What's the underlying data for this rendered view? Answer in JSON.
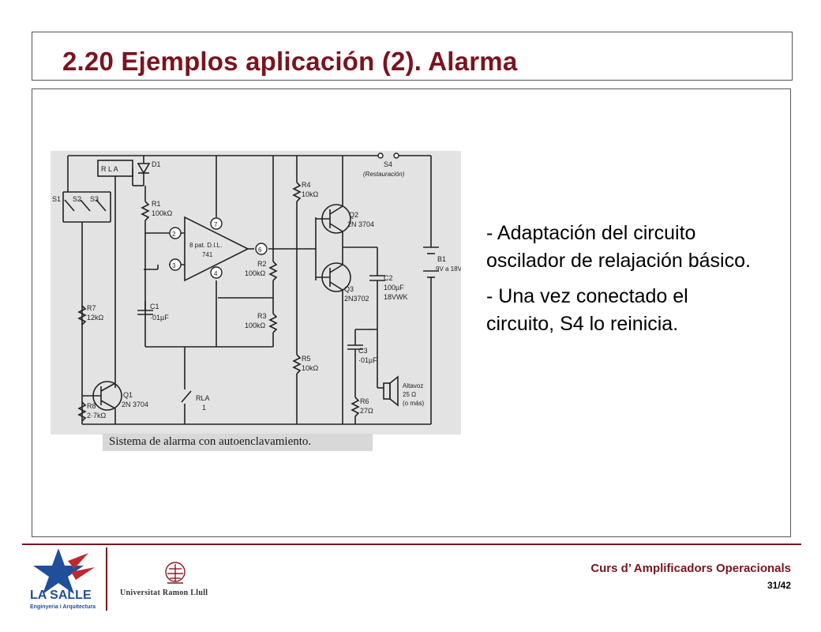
{
  "slide": {
    "title": "2.20 Ejemplos aplicación (2). Alarma",
    "bullets": [
      "- Adaptación del circuito oscilador de relajación básico.",
      "- Una vez conectado el circuito, S4 lo reinicia."
    ]
  },
  "figure": {
    "caption": "Sistema de alarma con autoenclavamiento.",
    "labels": {
      "rla": "R L A",
      "d1": "D1",
      "s4": "S4",
      "restoration": "(Restauración)",
      "s1": "S1",
      "s2": "S2",
      "s3": "S3",
      "r1": "R1",
      "r1_val": "100kΩ",
      "r2": "R2",
      "r2_val": "100kΩ",
      "r3": "R3",
      "r3_val": "100kΩ",
      "r4": "R4",
      "r4_val": "10kΩ",
      "r5": "R5",
      "r5_val": "10kΩ",
      "r6": "R6",
      "r6_val": "27Ω",
      "r7": "R7",
      "r7_val": "12kΩ",
      "r8": "R8",
      "r8_val": "2·7kΩ",
      "c1": "C1",
      "c1_val": "·01µF",
      "c2": "C2",
      "c2_val": "100µF",
      "c2_rating": "18VWK",
      "c3": "C3",
      "c3_val": "·01µF",
      "q1": "Q1",
      "q1_type": "2N 3704",
      "q2": "Q2",
      "q2_type": "2N 3704",
      "q3": "Q3",
      "q3_type": "2N3702",
      "ic_pkg": "8 pat. D.I.L.",
      "ic_type": "741",
      "pin2": "2",
      "pin3": "3",
      "pin4": "4",
      "pin6": "6",
      "pin7": "7",
      "b1": "B1",
      "b1_val": "9V a 18V",
      "speaker": "Altavoz",
      "speaker_val": "25 Ω",
      "speaker_note": "(o más)",
      "rla_contact": "RLA",
      "rla_contact_num": "1"
    }
  },
  "footer": {
    "course": "Curs d’ Amplificadors Operacionals",
    "page": "31/42",
    "university": "Universitat Ramon Llull",
    "lasalle": "LA SALLE",
    "lasalle_sub": "Enginyeria i Arquitectura"
  },
  "colors": {
    "accent": "#7a1420",
    "star_blue": "#1f4e9a",
    "star_red": "#c0282d"
  }
}
